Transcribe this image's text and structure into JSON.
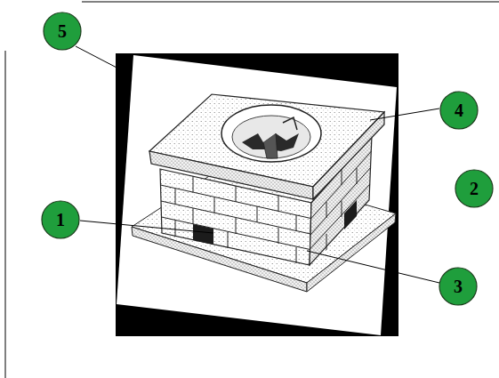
{
  "diagram": {
    "nodes": [
      {
        "text": [
          "5"
        ]
      },
      {
        "text": [
          "4"
        ]
      },
      {
        "text": [
          "2"
        ]
      },
      {
        "text": [
          "1"
        ]
      },
      {
        "text": [
          "3"
        ]
      }
    ]
  }
}
